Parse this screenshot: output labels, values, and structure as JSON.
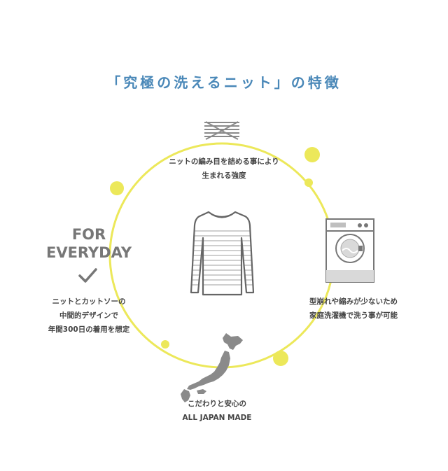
{
  "title": "「究極の洗えるニット」の特徴",
  "colors": {
    "title": "#4a88b8",
    "ring": "#ece85a",
    "dot": "#ece85a",
    "icon_gray": "#8a8a8a",
    "text": "#444444"
  },
  "features": {
    "top": {
      "icon": "knit-stitch-icon",
      "lines": [
        "ニットの編み目を詰める事により",
        "生まれる強度"
      ]
    },
    "left": {
      "badge_lines": [
        "FOR",
        "EVERYDAY"
      ],
      "icon": "check-icon",
      "lines": [
        "ニットとカットソーの",
        "中間的デザインで",
        "年間300日の着用を想定"
      ]
    },
    "right": {
      "icon": "washing-machine-icon",
      "lines": [
        "型崩れや縮みが少ないため",
        "家庭洗濯機で洗う事が可能"
      ]
    },
    "bottom": {
      "icon": "japan-map-icon",
      "lines": [
        "こだわりと安心の",
        "ALL JAPAN MADE"
      ]
    },
    "center": {
      "icon": "striped-sweater-icon"
    }
  }
}
